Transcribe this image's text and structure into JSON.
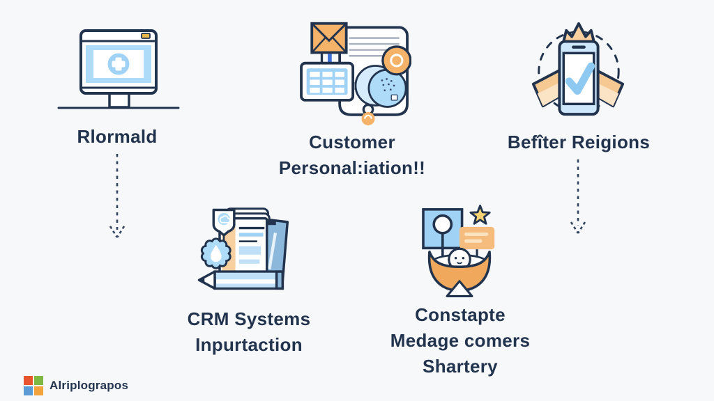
{
  "palette": {
    "background": "#f7f8fa",
    "text": "#22334e",
    "outline_navy": "#22334e",
    "light_blue": "#aedcf8",
    "pale_blue": "#cfe7fa",
    "sky_blue": "#9fd2f5",
    "medium_blue": "#8cb8dc",
    "orange": "#f5b269",
    "deep_orange": "#f0a95c",
    "light_orange": "#f8cf9e",
    "star_yellow": "#f7d374"
  },
  "figures": {
    "monitor": {
      "icon": "computer-monitor-plus-icon",
      "label": "Rlormald",
      "arrow": "dashed-down-arrow"
    },
    "customer": {
      "icon": "email-document-contacts-icon",
      "label_line1": "Customer",
      "label_line2": "Personal:iation!!"
    },
    "review": {
      "icon": "phone-checkmark-ribbon-icon",
      "label": "Befîter Reigions",
      "arrow": "dashed-down-arrow"
    },
    "crm": {
      "icon": "documents-pencil-badge-icon",
      "label_line1": "CRM Systems",
      "label_line2": "Inpurtaction"
    },
    "engagement": {
      "icon": "sign-chat-star-cradle-icon",
      "label_line1": "Constapte",
      "label_line2": "Medage comers",
      "label_line3": "Shartery"
    }
  },
  "footer": {
    "brand": "Alriplograpos",
    "logo_colors": [
      "#e8542e",
      "#7cb842",
      "#5b9bd5",
      "#f2a33c"
    ]
  }
}
